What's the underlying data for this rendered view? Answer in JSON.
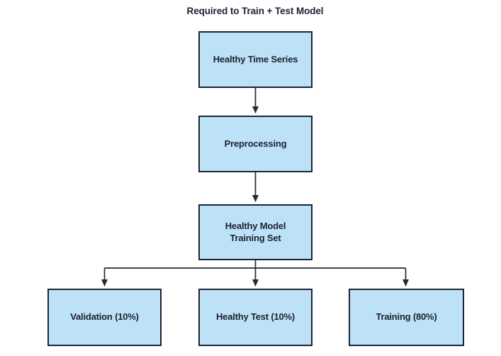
{
  "diagram": {
    "title": "Required to Train + Test Model",
    "nodes": [
      {
        "id": "healthy-time-series",
        "label": "Healthy Time Series"
      },
      {
        "id": "preprocessing",
        "label": "Preprocessing"
      },
      {
        "id": "healthy-model-training-set",
        "label": "Healthy Model\nTraining Set"
      },
      {
        "id": "validation",
        "label": "Validation (10%)"
      },
      {
        "id": "healthy-test",
        "label": "Healthy Test (10%)"
      },
      {
        "id": "training",
        "label": "Training (80%)"
      }
    ],
    "edges": [
      {
        "from": "healthy-time-series",
        "to": "preprocessing"
      },
      {
        "from": "preprocessing",
        "to": "healthy-model-training-set"
      },
      {
        "from": "healthy-model-training-set",
        "to": "validation"
      },
      {
        "from": "healthy-model-training-set",
        "to": "healthy-test"
      },
      {
        "from": "healthy-model-training-set",
        "to": "training"
      }
    ],
    "colors": {
      "node_fill": "#bde2f7",
      "node_border": "#1d2333",
      "arrow": "#2a2a2a",
      "text": "#1c2130",
      "background": "#ffffff"
    }
  }
}
